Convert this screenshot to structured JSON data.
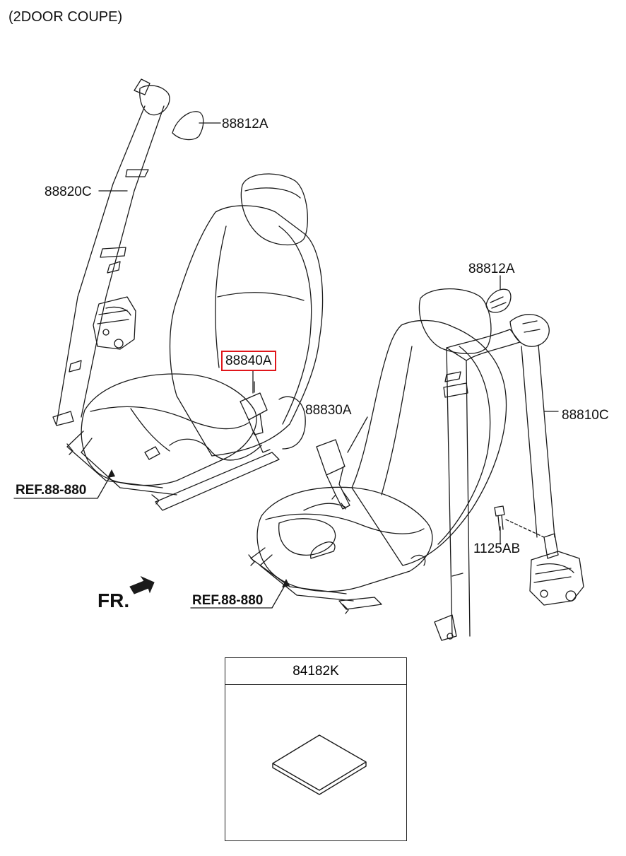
{
  "header": {
    "title": "(2DOOR COUPE)"
  },
  "callouts": {
    "cover_top": "88812A",
    "belt_front": "88820C",
    "cover_right": "88812A",
    "buckle_highlighted": "88840A",
    "buckle_right": "88830A",
    "belt_rear": "88810C",
    "bolt": "1125AB",
    "ref_left": "REF.88-880",
    "ref_right": "REF.88-880"
  },
  "direction": {
    "label": "FR."
  },
  "kit": {
    "part_no": "84182K"
  },
  "colors": {
    "highlight": "#e0161b",
    "line": "#1a1a1a"
  }
}
